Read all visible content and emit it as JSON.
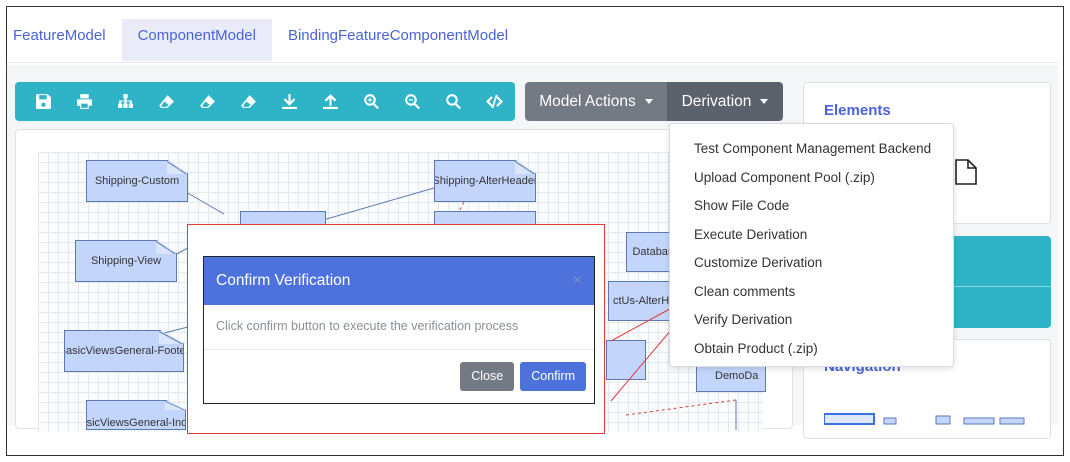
{
  "tabs": [
    {
      "label": "FeatureModel"
    },
    {
      "label": "ComponentModel"
    },
    {
      "label": "BindingFeatureComponentModel"
    }
  ],
  "toolbar_icons": [
    "save-icon",
    "print-icon",
    "hierarchy-icon",
    "eraser-icon",
    "eraser-icon",
    "eraser-icon",
    "download-icon",
    "upload-icon",
    "zoom-in-icon",
    "zoom-out-icon",
    "search-icon",
    "code-icon"
  ],
  "buttons": {
    "model_actions": "Model Actions",
    "derivation": "Derivation"
  },
  "diagram": {
    "nodes": {
      "shipping_custom": "Shipping-Custom",
      "shipping_alter_header": "Shipping-AlterHeader",
      "shipping_view": "Shipping-View",
      "database": "Database",
      "contactus_alter_header": "ctUs-AlterHe",
      "basic_views_footer": "BasicViewsGeneral-Footer",
      "basic_views_index": "BasicViewsGeneral-Index",
      "demo_da": "DemoDa"
    }
  },
  "right_panel": {
    "elements_title": "Elements",
    "navigation_title": "Navigation"
  },
  "dropdown": {
    "items": [
      "Test Component Management Backend",
      "Upload Component Pool (.zip)",
      "Show File Code",
      "Execute Derivation",
      "Customize Derivation",
      "Clean comments",
      "Verify Derivation",
      "Obtain Product (.zip)"
    ]
  },
  "modal": {
    "title": "Confirm Verification",
    "close_symbol": "×",
    "body": "Click confirm button to execute the verification process",
    "close_label": "Close",
    "confirm_label": "Confirm"
  },
  "colors": {
    "accent": "#4d72dc",
    "teal": "#2eb4c6",
    "tab_text": "#4a64d8",
    "highlight_red": "#e03a3a"
  }
}
